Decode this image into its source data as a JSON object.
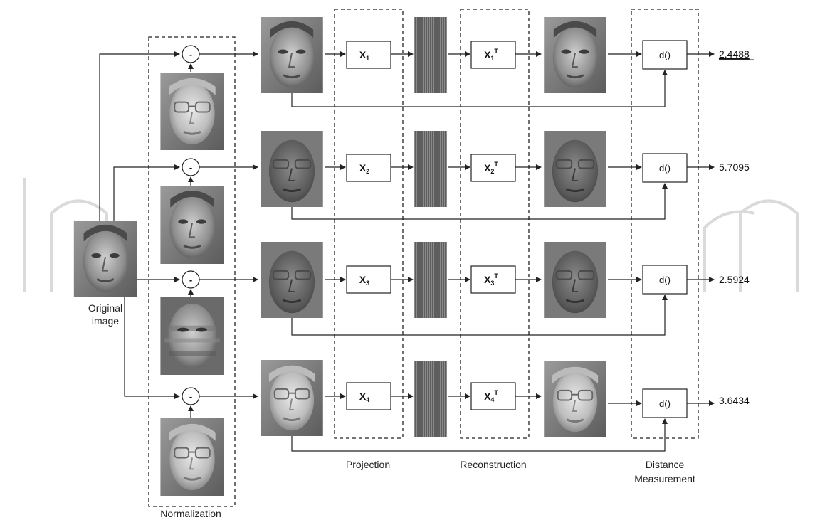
{
  "labels": {
    "original_image": [
      "Original",
      "image"
    ],
    "normalization": "Normalization",
    "projection": "Projection",
    "reconstruction": "Reconstruction",
    "distance_measurement": [
      "Distance",
      "Measurement"
    ]
  },
  "operators": {
    "minus": "-",
    "distance": "d()",
    "transpose": "T"
  },
  "rows": [
    {
      "projection_symbol": "X",
      "index": "1",
      "output": "2.4488",
      "best": true
    },
    {
      "projection_symbol": "X",
      "index": "2",
      "output": "5.7095",
      "best": false
    },
    {
      "projection_symbol": "X",
      "index": "3",
      "output": "2.5924",
      "best": false
    },
    {
      "projection_symbol": "X",
      "index": "4",
      "output": "3.6434",
      "best": false
    }
  ],
  "watermark": {
    "color": "#d9d9d9"
  },
  "colors": {
    "line": "#222222",
    "dashed": "#222222"
  }
}
